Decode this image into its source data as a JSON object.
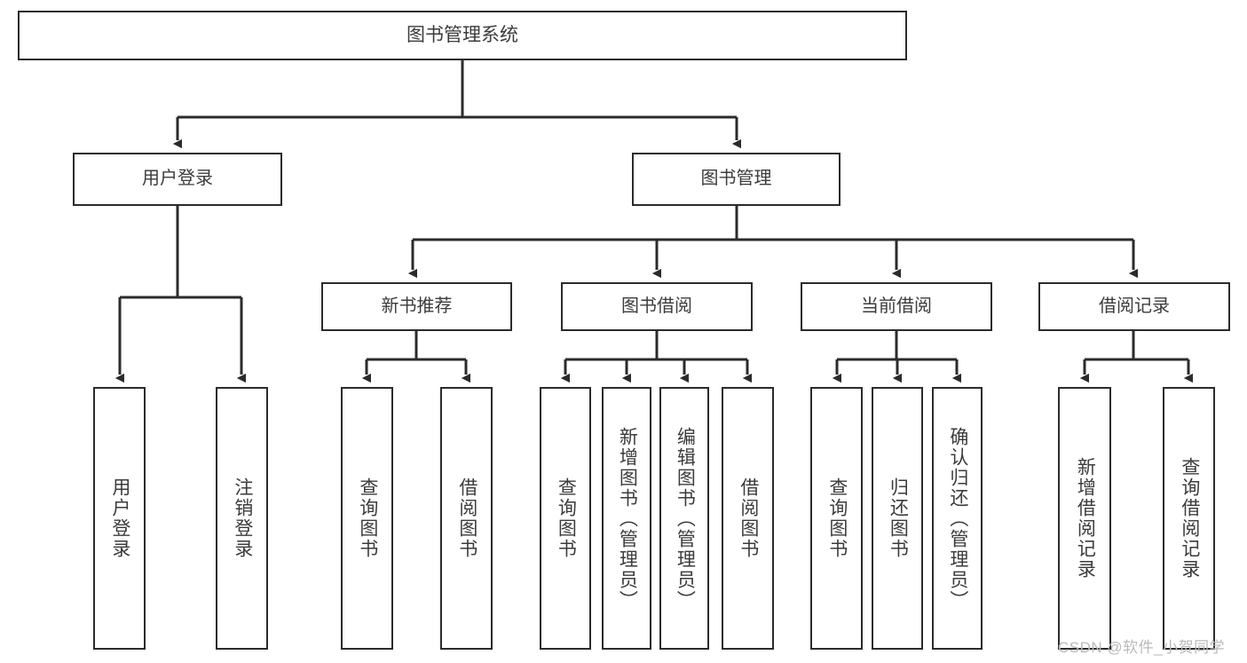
{
  "diagram": {
    "title": "图书管理系统",
    "type": "tree-hierarchy-diagram",
    "colors": {
      "box_border": "#2b2b2b",
      "box_fill": "#ffffff",
      "text": "#3b3b3b",
      "connector": "#2b2b2b",
      "watermark": "#b9b9b9",
      "background": "#ffffff"
    },
    "root": {
      "label": "图书管理系统"
    },
    "level1": [
      {
        "id": "user-login",
        "label": "用户登录"
      },
      {
        "id": "book-management",
        "label": "图书管理"
      }
    ],
    "level2": [
      {
        "id": "new-book-recommend",
        "label": "新书推荐",
        "parent": "book-management"
      },
      {
        "id": "book-borrow",
        "label": "图书借阅",
        "parent": "book-management"
      },
      {
        "id": "current-borrow",
        "label": "当前借阅",
        "parent": "book-management"
      },
      {
        "id": "borrow-record",
        "label": "借阅记录",
        "parent": "book-management"
      }
    ],
    "leaves": [
      {
        "id": "leaf-user-login",
        "label": "用户登录",
        "parent": "user-login"
      },
      {
        "id": "leaf-user-logout",
        "label": "注销登录",
        "parent": "user-login"
      },
      {
        "id": "leaf-query-book-1",
        "label": "查询图书",
        "parent": "new-book-recommend"
      },
      {
        "id": "leaf-borrow-book-1",
        "label": "借阅图书",
        "parent": "new-book-recommend"
      },
      {
        "id": "leaf-query-book-2",
        "label": "查询图书",
        "parent": "book-borrow"
      },
      {
        "id": "leaf-add-book",
        "label": "新增图书（管理员）",
        "parent": "book-borrow"
      },
      {
        "id": "leaf-edit-book",
        "label": "编辑图书（管理员）",
        "parent": "book-borrow"
      },
      {
        "id": "leaf-borrow-book-2",
        "label": "借阅图书",
        "parent": "book-borrow"
      },
      {
        "id": "leaf-query-book-3",
        "label": "查询图书",
        "parent": "current-borrow"
      },
      {
        "id": "leaf-return-book",
        "label": "归还图书",
        "parent": "current-borrow"
      },
      {
        "id": "leaf-confirm-return",
        "label": "确认归还（管理员）",
        "parent": "current-borrow"
      },
      {
        "id": "leaf-add-record",
        "label": "新增借阅记录",
        "parent": "borrow-record"
      },
      {
        "id": "leaf-query-record",
        "label": "查询借阅记录",
        "parent": "borrow-record"
      }
    ],
    "watermark": "CSDN @软件_小贺同学"
  }
}
